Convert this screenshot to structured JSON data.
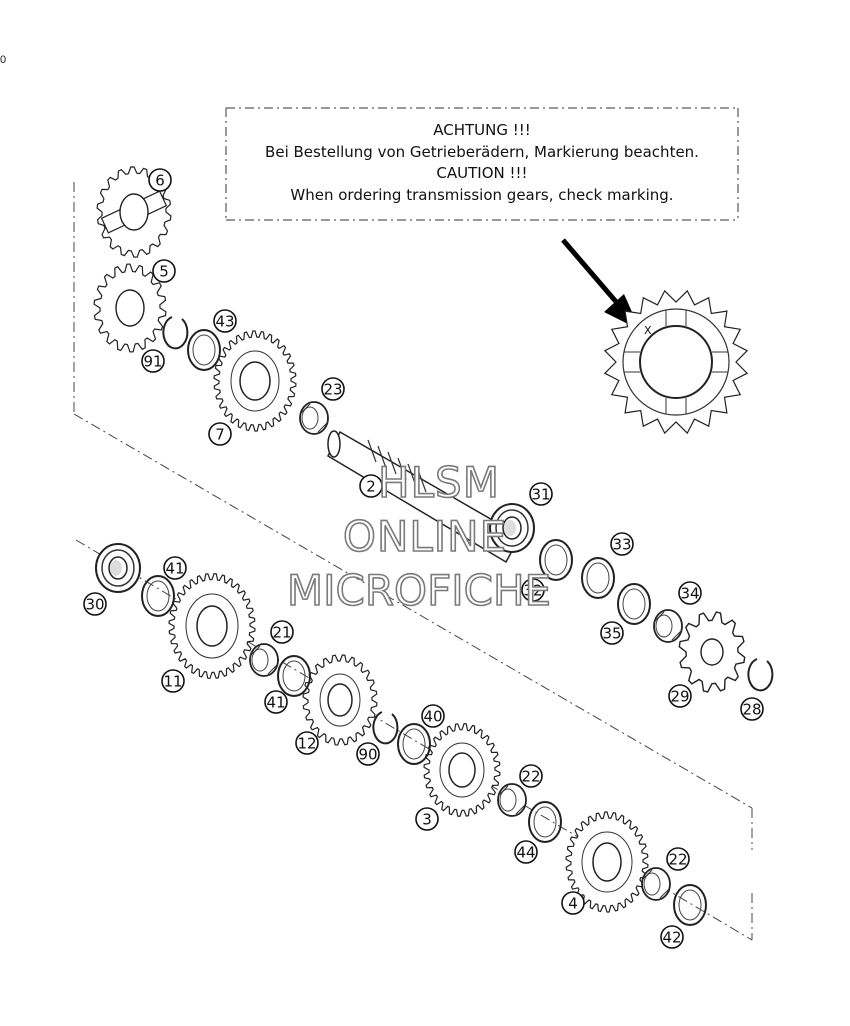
{
  "page_marker": "0",
  "notice": {
    "line1": "ACHTUNG !!!",
    "line2": "Bei Bestellung von Getrieberädern, Markierung beachten.",
    "line3": "CAUTION !!!",
    "line4": "When ordering transmission gears, check marking."
  },
  "marking_glyph": "X",
  "watermark": {
    "line1": "HLSM",
    "line2": "ONLINE",
    "line3": "MICROFICHE"
  },
  "callouts": [
    {
      "number": "6"
    },
    {
      "number": "5"
    },
    {
      "number": "43"
    },
    {
      "number": "91"
    },
    {
      "number": "7"
    },
    {
      "number": "23"
    },
    {
      "number": "2"
    },
    {
      "number": "31"
    },
    {
      "number": "33"
    },
    {
      "number": "32"
    },
    {
      "number": "35"
    },
    {
      "number": "34"
    },
    {
      "number": "29"
    },
    {
      "number": "28"
    },
    {
      "number": "30"
    },
    {
      "number": "41"
    },
    {
      "number": "11"
    },
    {
      "number": "21"
    },
    {
      "number": "41"
    },
    {
      "number": "12"
    },
    {
      "number": "90"
    },
    {
      "number": "40"
    },
    {
      "number": "3"
    },
    {
      "number": "22"
    },
    {
      "number": "44"
    },
    {
      "number": "4"
    },
    {
      "number": "22"
    },
    {
      "number": "42"
    }
  ]
}
